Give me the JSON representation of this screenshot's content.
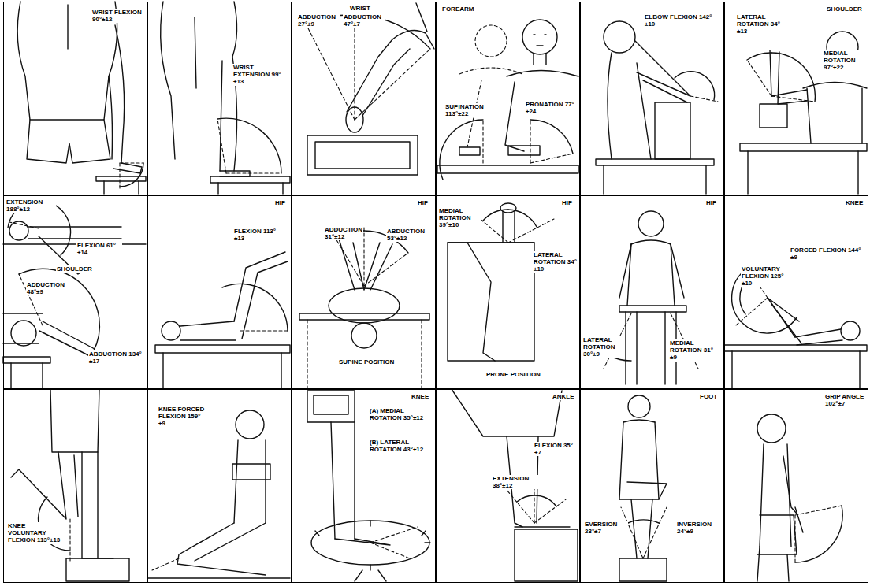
{
  "diagram": {
    "nodes": [
      {
        "text": [
          "WRIST FLEXION 90°±12"
        ]
      },
      {
        "text": [
          "WRIST EXTENSION 99°±13"
        ]
      },
      {
        "text": [
          "WRIST",
          "ABDUCTION 27°±9",
          "ADDUCTION 47°±7"
        ]
      },
      {
        "text": [
          "FOREARM",
          "SUPINATION 113°±22",
          "PRONATION 77°±24"
        ]
      },
      {
        "text": [
          "ELBOW FLEXION 142°±10"
        ]
      },
      {
        "text": [
          "SHOULDER",
          "LATERAL ROTATION 34°±13",
          "MEDIAL ROTATION 97°±22"
        ]
      },
      {
        "text": [
          "EXTENSION 188°±12",
          "FLEXION 61°±14",
          "SHOULDER",
          "ADDUCTION 48°±9",
          "ABDUCTION 134°±17"
        ]
      },
      {
        "text": [
          "HIP",
          "FLEXION 113°±13"
        ]
      },
      {
        "text": [
          "HIP",
          "ADDUCTION 31°±12",
          "ABDUCTION 53°±12",
          "SUPINE POSITION"
        ]
      },
      {
        "text": [
          "HIP",
          "MEDIAL ROTATION 39°±10",
          "LATERAL ROTATION 34°±10",
          "PRONE POSITION"
        ]
      },
      {
        "text": [
          "HIP",
          "LATERAL ROTATION 30°±9",
          "MEDIAL ROTATION 31°±9"
        ]
      },
      {
        "text": [
          "KNEE",
          "FORCED FLEXION 144°±9",
          "VOLUNTARY FLEXION 125°±10"
        ]
      },
      {
        "text": [
          "KNEE VOLUNTARY FLEXION 113°±13"
        ]
      },
      {
        "text": [
          "KNEE FORCED FLEXION 159°±9"
        ]
      },
      {
        "text": [
          "KNEE",
          "(A) MEDIAL ROTATION 35°±12",
          "(B) LATERAL ROTATION 43°±12"
        ]
      },
      {
        "text": [
          "ANKLE",
          "FLEXION 35°±7",
          "EXTENSION 38°±12"
        ]
      },
      {
        "text": [
          "FOOT",
          "EVERSION 23°±7",
          "INVERSION 24°±9"
        ]
      },
      {
        "text": [
          "GRIP ANGLE 102°±7"
        ]
      }
    ]
  }
}
